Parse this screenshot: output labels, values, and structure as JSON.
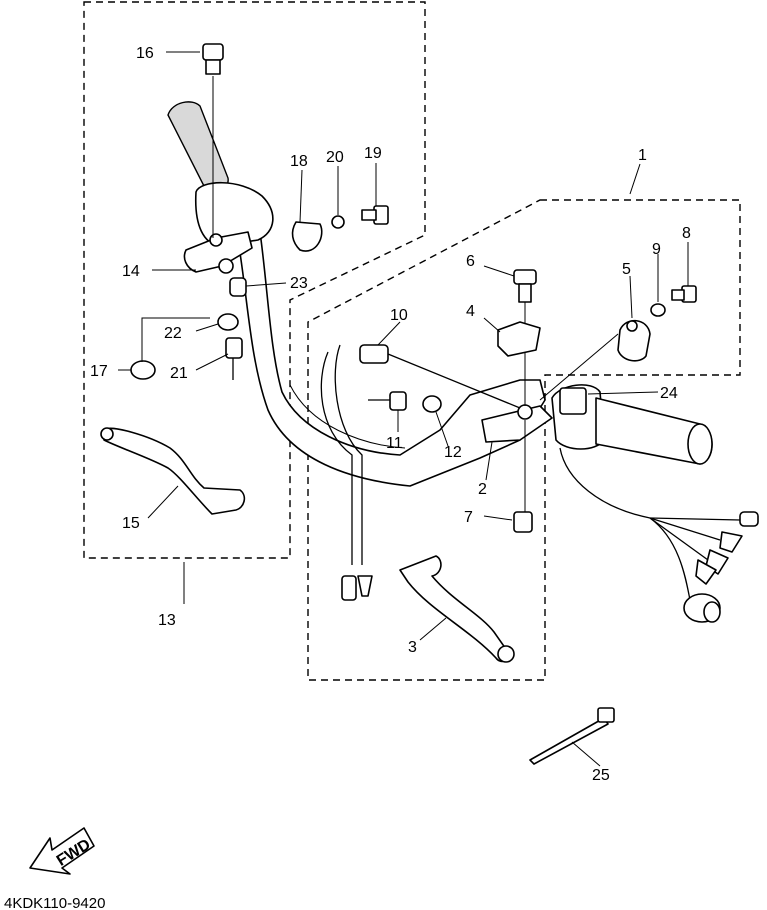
{
  "diagram": {
    "part_callouts": [
      "1",
      "2",
      "3",
      "4",
      "5",
      "6",
      "7",
      "8",
      "9",
      "10",
      "11",
      "12",
      "13",
      "14",
      "15",
      "16",
      "17",
      "18",
      "19",
      "20",
      "21",
      "22",
      "23",
      "24",
      "25"
    ],
    "direction_badge": "FWD",
    "drawing_code": "4KDK110-9420"
  }
}
